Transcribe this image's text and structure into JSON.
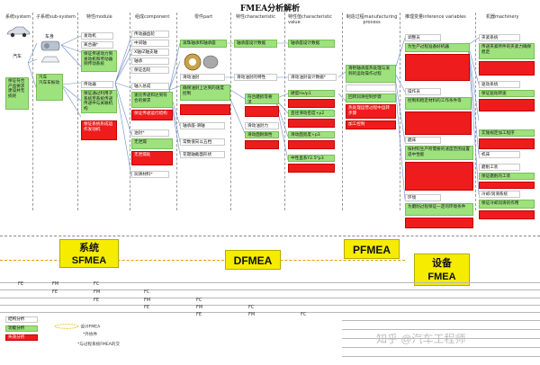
{
  "title": "FMEA分析解析",
  "headers": [
    "系统system",
    "子系统sub-system",
    "特性module",
    "组成component",
    "零件part",
    "特性characteristic",
    "特性值characteristic value",
    "制造过程manufacturing process",
    "推理变量inference variables",
    "机器machinery"
  ],
  "col_system": {
    "car": "汽车",
    "notes": [
      "保证符合产品要求",
      "建设并无损耗"
    ]
  },
  "col_subsystem": {
    "items": [
      "车身",
      "汽车",
      "汽车车振动"
    ]
  },
  "col_module": {
    "items": [
      "发动机",
      "离合器*",
      "保证传递动力到发动机和传动器到传动系统",
      "传动器",
      "保证通过利用子系统至系统传递传递中与关联机构",
      "保证系统形成运作发动机"
    ]
  },
  "col_component": {
    "items": [
      "传动器齿轮",
      "中间轴",
      "X轴/Z轴支轴",
      "轴承",
      "保证齿轮",
      "轴入总成",
      "速比传递和达到符合的要求",
      "保证传递运行结构",
      "油封*",
      "无泄漏",
      "无泄漏处",
      "润滑材料*"
    ]
  },
  "col_part": {
    "items": [
      "滚珠轴承和轴承座",
      "滑动油封",
      "确保油封上达到的速度控制",
      "轴承座-滑轴",
      "常数值向以五档",
      "花键轴截面形状"
    ]
  },
  "col_char": {
    "items": [
      "轴承座设计数据",
      "滑动油封的特性",
      "符合磨损等要求",
      "滑动油封力",
      "滑动面耐腐性"
    ]
  },
  "col_charval": {
    "items": [
      "轴承座设计数据",
      "滑动油封设计数据*",
      "硬度Hv/p1",
      "直径滑动密度+p2",
      "滑动面宽度+p3",
      "中性直系Y2.5*p3"
    ]
  },
  "col_process": {
    "items": [
      "滑附轴承座热处理与滚到的运动操作过程",
      "回转润滑控制步骤",
      "热处理运营过程中运转步骤",
      "加工控制"
    ]
  },
  "col_inference": {
    "items": [
      "调整员",
      "为生产过程准备好机器",
      "操作员",
      "控制和稳定材料的工作条件等",
      "磨床",
      "按材料生产所需要的速度范围设置适中性能",
      "环境",
      "为磨削过程保证一定的环境条件"
    ]
  },
  "col_machinery": {
    "items": [
      "夹紧系统",
      "传递夹紧所件的夹紧力确保稳定",
      "驱动系统",
      "保证驱动转速",
      "实施规定加工程序",
      "机床",
      "磨削工装",
      "保证磨削的工装",
      "冷却/润滑系统",
      "保证冷却润滑的作用"
    ]
  },
  "labels": {
    "sfmea_1": "系统",
    "sfmea_2": "SFMEA",
    "dfmea": "DFMEA",
    "pfmea": "PFMEA",
    "efmea_1": "设备",
    "efmea_2": "FMEA"
  },
  "ff_rows": {
    "r1": [
      "FE",
      "FM",
      "FC"
    ],
    "r2": [
      "FE",
      "FM",
      "FC"
    ],
    "r3": [
      "FE",
      "FM",
      "FC"
    ],
    "r4": [
      "FE",
      "FM",
      "FC"
    ],
    "r5": [
      "FE",
      "FM",
      "FC"
    ]
  },
  "legend": {
    "structure": "结构分析",
    "function": "功能分析",
    "failure": "失效分析",
    "design": "设计FMEA",
    "other": "*外协件",
    "related": "*与过程系统FMEA的交",
    "watermark": "知乎 @汽车工程师"
  }
}
